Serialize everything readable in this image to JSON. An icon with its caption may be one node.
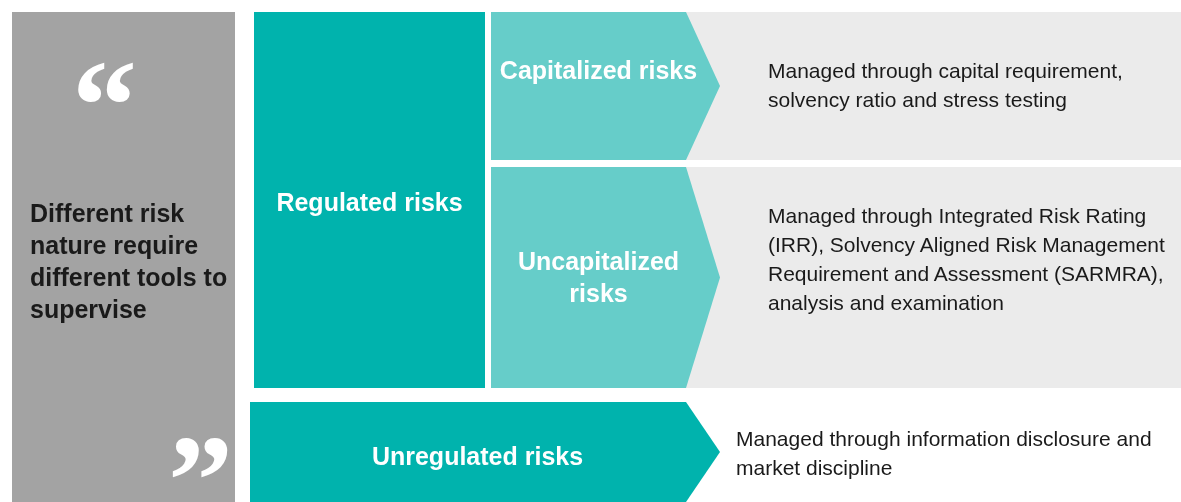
{
  "diagram": {
    "nodes": [
      {
        "text": [
          "Different risk nature require different tools to supervise"
        ]
      },
      {
        "text": [
          "Regulated risks"
        ]
      },
      {
        "text": [
          "Capitalized risks"
        ]
      },
      {
        "text": [
          "Managed through capital requirement, solvency ratio and stress testing"
        ]
      },
      {
        "text": [
          "Uncapitalized risks"
        ]
      },
      {
        "text": [
          "Managed through Integrated Risk Rating (IRR), Solvency Aligned Risk Management Requirement and Assessment (SARMRA), analysis and examination"
        ]
      },
      {
        "text": [
          "Unregulated risks"
        ]
      },
      {
        "text": [
          "Managed through information disclosure and market discipline"
        ]
      }
    ],
    "labels": [
      "“",
      "”"
    ]
  }
}
